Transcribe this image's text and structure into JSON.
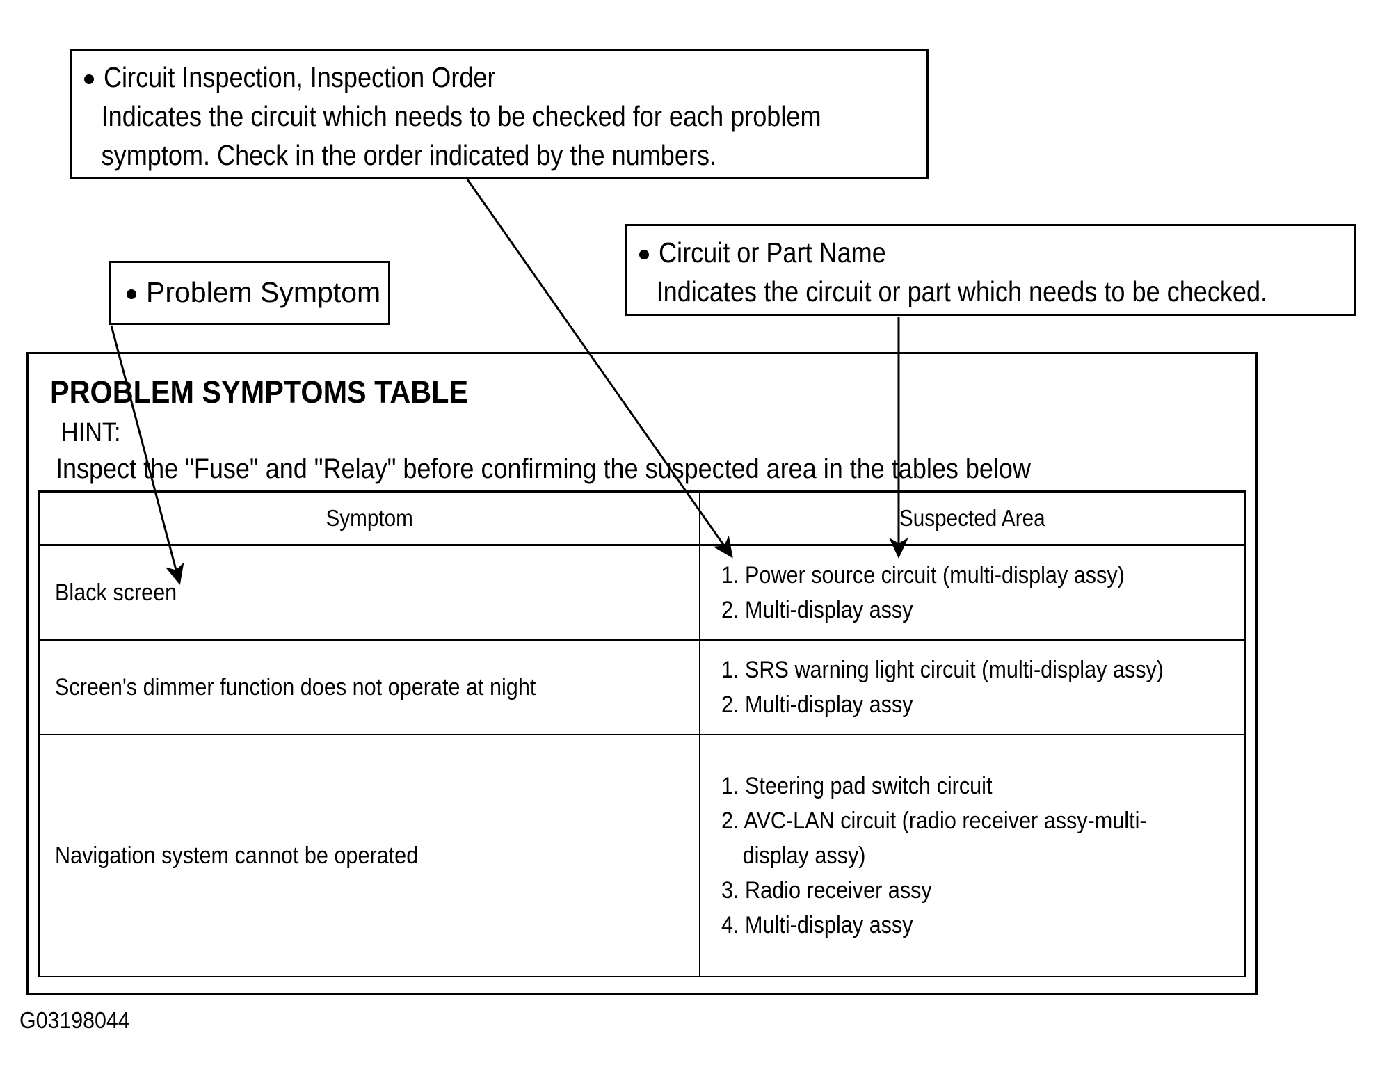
{
  "callouts": {
    "inspection_order": {
      "title": "Circuit Inspection, Inspection Order",
      "line2": "Indicates the circuit which needs to be checked for each problem",
      "line3": "symptom. Check in the order indicated by the numbers."
    },
    "part_name": {
      "title": "Circuit or Part Name",
      "line2": "Indicates the circuit or part which needs to be checked."
    },
    "problem_symptom": {
      "title": "Problem Symptom"
    }
  },
  "panel": {
    "title": "PROBLEM SYMPTOMS TABLE",
    "hint_label": "HINT:",
    "hint_text": "Inspect the \"Fuse\" and \"Relay\" before confirming the suspected area in the tables below"
  },
  "table": {
    "headers": {
      "symptom": "Symptom",
      "suspected_area": "Suspected Area"
    },
    "rows": [
      {
        "symptom": "Black screen",
        "suspected_area": [
          "1. Power source circuit (multi-display assy)",
          "2. Multi-display assy"
        ]
      },
      {
        "symptom": "Screen's dimmer function does not operate at night",
        "suspected_area": [
          "1. SRS warning light circuit (multi-display assy)",
          "2. Multi-display assy"
        ]
      },
      {
        "symptom": "Navigation system cannot be operated",
        "suspected_area": [
          "1. Steering pad switch circuit",
          "2. AVC-LAN circuit (radio receiver assy-multi-",
          "display assy)",
          "3. Radio receiver assy",
          "4. Multi-display assy"
        ]
      }
    ]
  },
  "footer": {
    "doc_code": "G03198044"
  },
  "colors": {
    "ink": "#000000",
    "paper": "#ffffff"
  }
}
